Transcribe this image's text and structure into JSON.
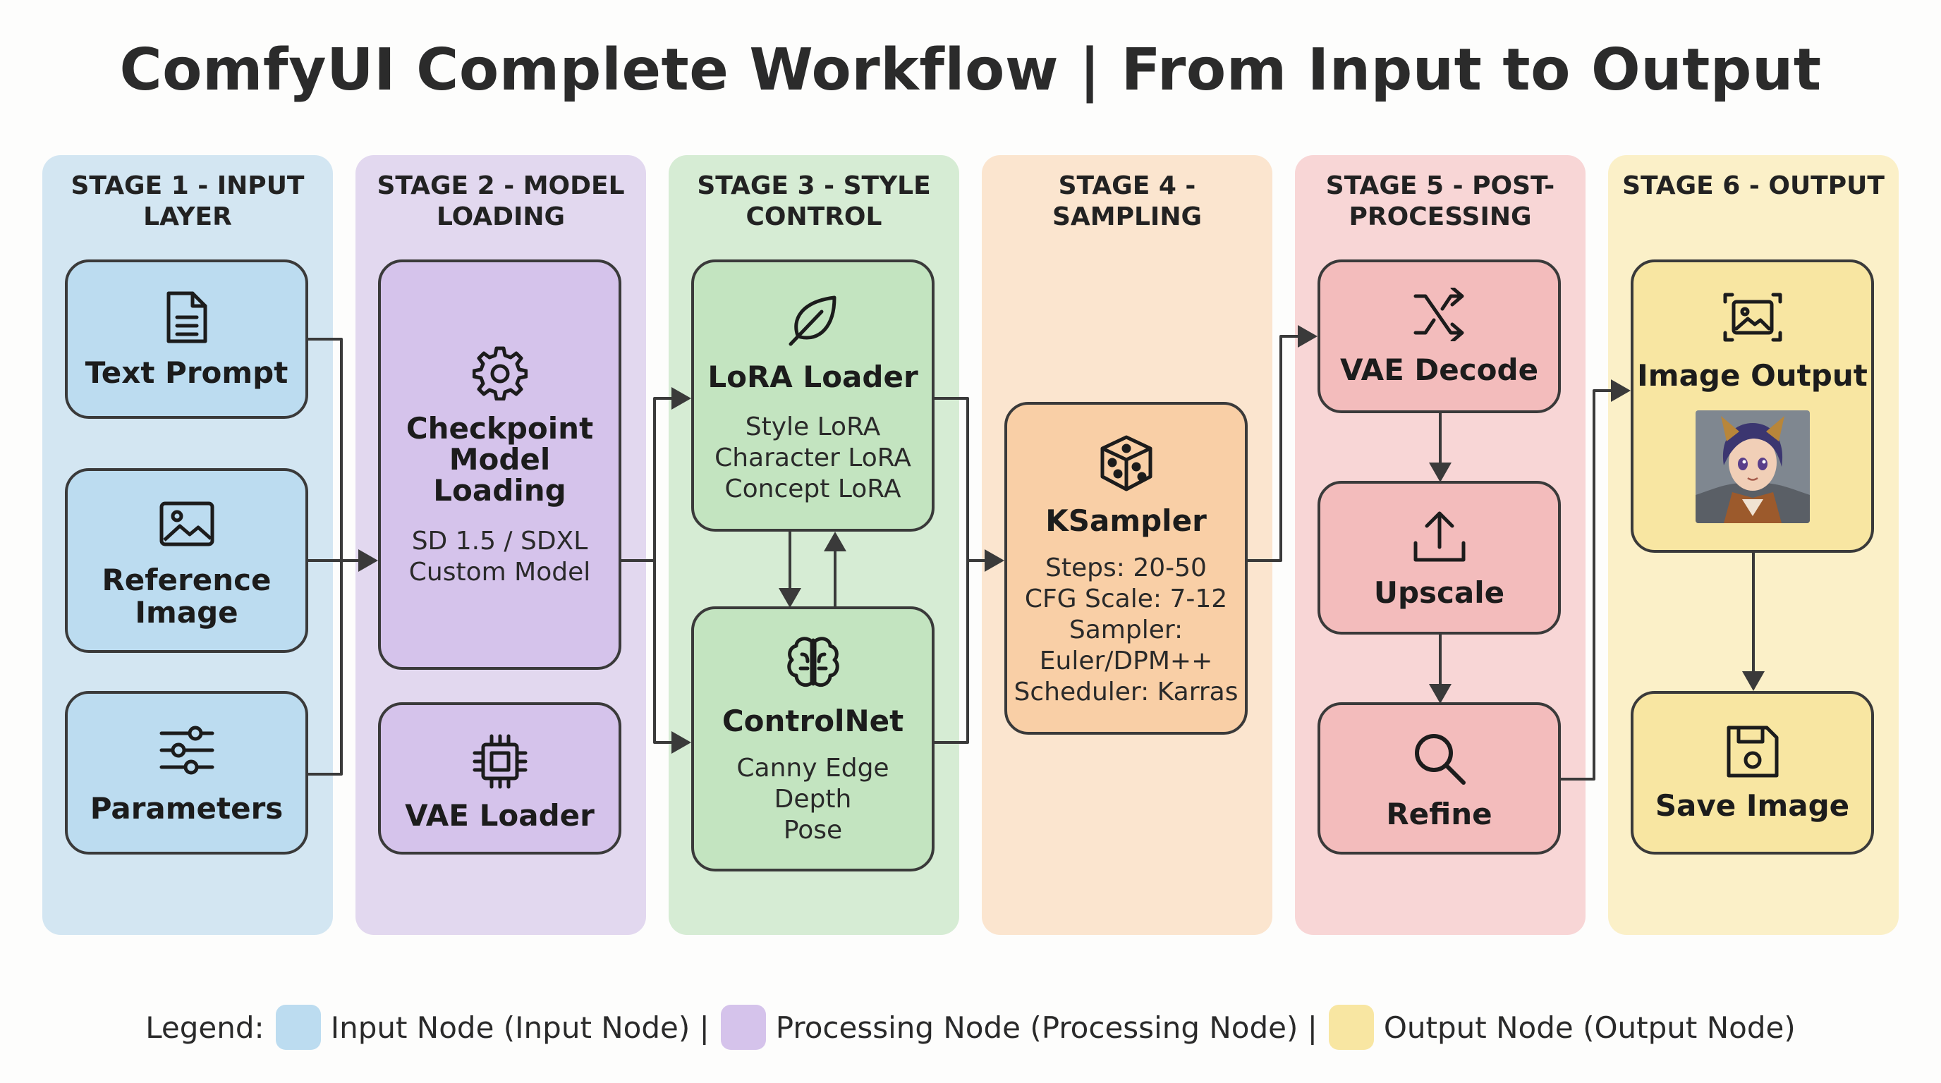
{
  "title": "ComfyUI Complete Workflow | From Input to Output",
  "stages": [
    {
      "label": "STAGE 1 - INPUT\nLAYER"
    },
    {
      "label": "STAGE 2 - MODEL\nLOADING"
    },
    {
      "label": "STAGE 3 - STYLE\nCONTROL"
    },
    {
      "label": "STAGE 4 - SAMPLING"
    },
    {
      "label": "STAGE 5 - POST-\nPROCESSING"
    },
    {
      "label": "STAGE 6 - OUTPUT"
    }
  ],
  "nodes": {
    "text_prompt": {
      "title": "Text Prompt",
      "icon": "document-icon"
    },
    "reference_image": {
      "title": "Reference\nImage",
      "icon": "image-icon"
    },
    "parameters": {
      "title": "Parameters",
      "icon": "sliders-icon"
    },
    "checkpoint": {
      "title": "Checkpoint\nModel\nLoading",
      "lines": [
        "SD 1.5 / SDXL",
        "Custom Model"
      ],
      "icon": "gear-icon"
    },
    "vae_loader": {
      "title": "VAE Loader",
      "icon": "chip-icon"
    },
    "lora_loader": {
      "title": "LoRA Loader",
      "lines": [
        "Style LoRA",
        "Character LoRA",
        "Concept LoRA"
      ],
      "icon": "leaf-icon"
    },
    "controlnet": {
      "title": "ControlNet",
      "lines": [
        "Canny Edge",
        "Depth",
        "Pose"
      ],
      "icon": "brain-icon"
    },
    "ksampler": {
      "title": "KSampler",
      "lines": [
        "Steps: 20-50",
        "CFG Scale: 7-12",
        "Sampler:",
        "Euler/DPM++",
        "Scheduler: Karras"
      ],
      "icon": "dice-icon"
    },
    "vae_decode": {
      "title": "VAE Decode",
      "icon": "shuffle-icon"
    },
    "upscale": {
      "title": "Upscale",
      "icon": "upload-icon"
    },
    "refine": {
      "title": "Refine",
      "icon": "search-icon"
    },
    "image_output": {
      "title": "Image Output",
      "icon": "image-frame-icon"
    },
    "save_image": {
      "title": "Save Image",
      "icon": "floppy-icon"
    }
  },
  "legend": {
    "prefix": "Legend:",
    "items": [
      {
        "label": "Input Node (Input Node) |",
        "color": "#bcdcf0"
      },
      {
        "label": "Processing Node (Processing Node) |",
        "color": "#d5c3eb"
      },
      {
        "label": "Output Node (Output Node)",
        "color": "#f8e6a2"
      }
    ]
  },
  "colors": {
    "stage1": "#d3e6f2",
    "stage2": "#e2d8ef",
    "stage3": "#d6ecd4",
    "stage4": "#fbe5cf",
    "stage5": "#f8d6d6",
    "stage6": "#fbf0c8",
    "border": "#3a3a3a"
  }
}
